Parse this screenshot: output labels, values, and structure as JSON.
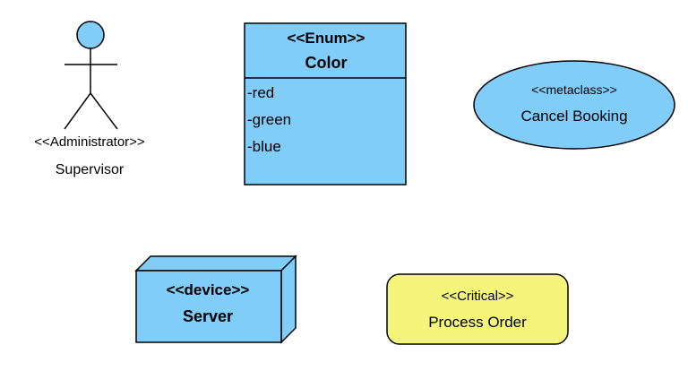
{
  "colors": {
    "element_fill": "#7fcdf8",
    "critical_fill": "#f5f57b",
    "stroke": "#000000",
    "background": "#ffffff"
  },
  "actor": {
    "icon": "stick-figure-icon",
    "stereotype": "<<Administrator>>",
    "name": "Supervisor"
  },
  "enum_class": {
    "stereotype": "<<Enum>>",
    "name": "Color",
    "literals": [
      "-red",
      "-green",
      "-blue"
    ]
  },
  "use_case": {
    "stereotype": "<<metaclass>>",
    "name": "Cancel Booking"
  },
  "node": {
    "stereotype": "<<device>>",
    "name": "Server"
  },
  "critical_element": {
    "stereotype": "<<Critical>>",
    "name": "Process Order"
  }
}
